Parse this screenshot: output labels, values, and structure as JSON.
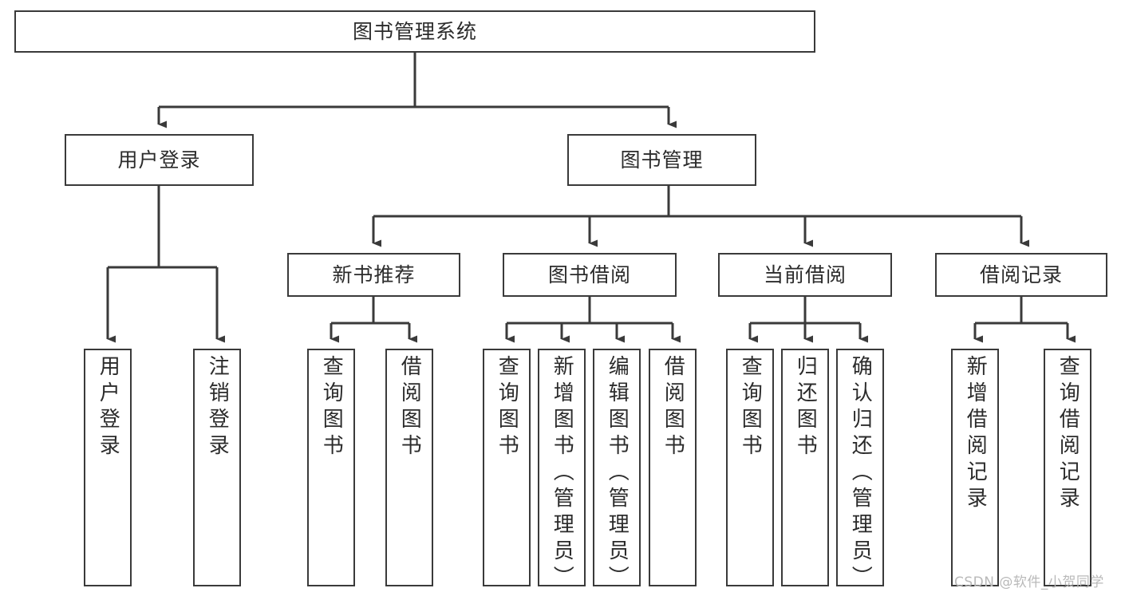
{
  "diagram": {
    "title": "图书管理系统",
    "type": "tree-hierarchy-chart",
    "root": {
      "label": "图书管理系统"
    },
    "level2": [
      {
        "label": "用户登录"
      },
      {
        "label": "图书管理"
      }
    ],
    "level3": [
      {
        "label": "新书推荐"
      },
      {
        "label": "图书借阅"
      },
      {
        "label": "当前借阅"
      },
      {
        "label": "借阅记录"
      }
    ],
    "leaves": {
      "user_login": [
        {
          "label": "用户登录"
        },
        {
          "label": "注销登录"
        }
      ],
      "new_book_recommend": [
        {
          "label": "查询图书"
        },
        {
          "label": "借阅图书"
        }
      ],
      "book_borrow": [
        {
          "label": "查询图书"
        },
        {
          "label": "新增图书（管理员）"
        },
        {
          "label": "编辑图书（管理员）"
        },
        {
          "label": "借阅图书"
        }
      ],
      "current_borrow": [
        {
          "label": "查询图书"
        },
        {
          "label": "归还图书"
        },
        {
          "label": "确认归还（管理员）"
        }
      ],
      "borrow_record": [
        {
          "label": "新增借阅记录"
        },
        {
          "label": "查询借阅记录"
        }
      ]
    }
  },
  "watermark": {
    "text": "CSDN @软件_小贺同学"
  },
  "colors": {
    "border": "#3a3a3a",
    "text": "#2b2b2b",
    "background": "#ffffff",
    "watermark": "#b9b9b9"
  }
}
